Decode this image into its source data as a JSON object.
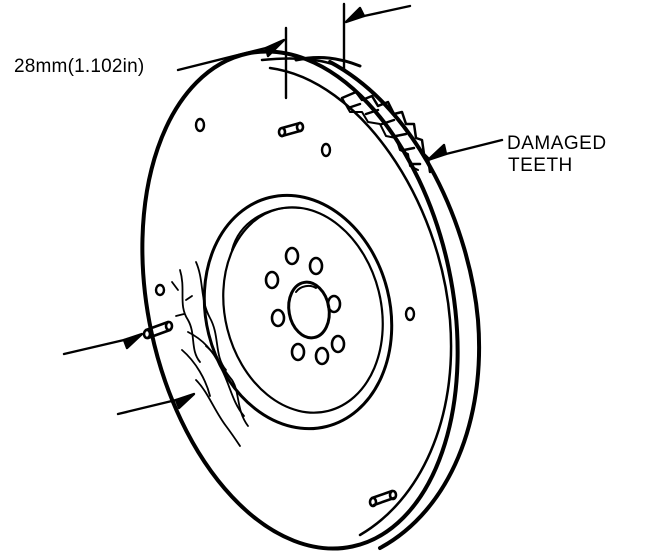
{
  "labels": {
    "dimension": "28mm(1.102in)",
    "damaged_line1": "DAMAGED",
    "damaged_line2": "TEETH"
  },
  "colors": {
    "ink": "#000000",
    "paper": "#ffffff"
  }
}
